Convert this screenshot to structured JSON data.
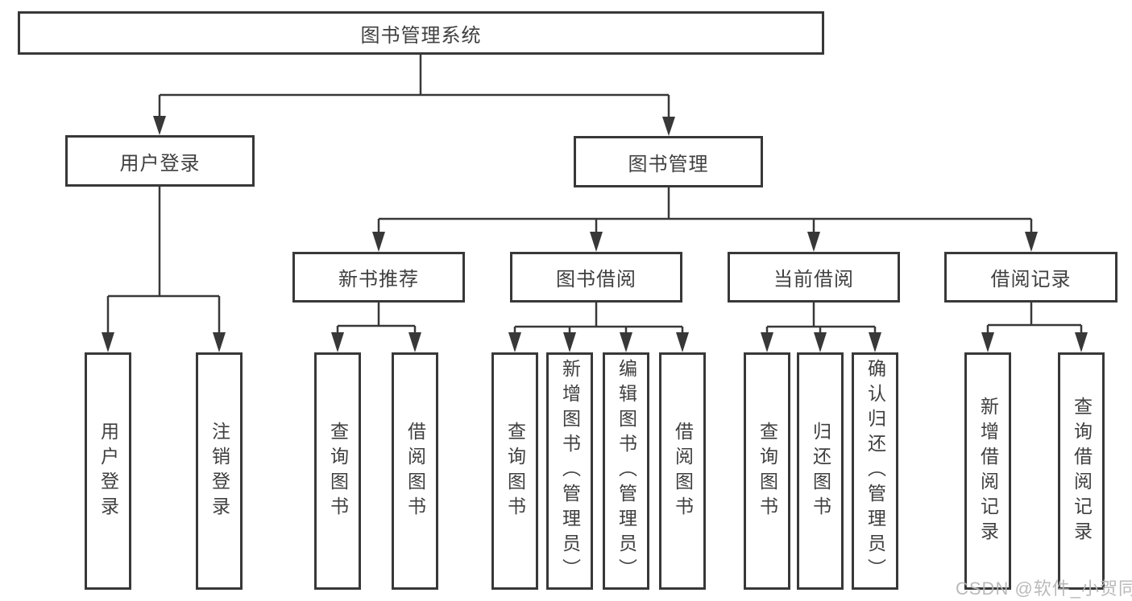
{
  "diagram": {
    "root": "图书管理系统",
    "level2": {
      "user_login": "用户登录",
      "book_mgmt": "图书管理"
    },
    "level3": {
      "new_books": "新书推荐",
      "book_borrow": "图书借阅",
      "current_borrow": "当前借阅",
      "borrow_records": "借阅记录"
    },
    "leaves": {
      "user_login": [
        "用户登录",
        "注销登录"
      ],
      "new_books": [
        "查询图书",
        "借阅图书"
      ],
      "book_borrow": [
        "查询图书",
        "新增图书（管理员）",
        "编辑图书（管理员）",
        "借阅图书"
      ],
      "current_borrow": [
        "查询图书",
        "归还图书",
        "确认归还（管理员）"
      ],
      "borrow_records": [
        "新增借阅记录",
        "查询借阅记录"
      ]
    },
    "colors": {
      "line": "#383838",
      "text": "#3f3f3f",
      "watermark": "#b5b5b5",
      "background": "#ffffff"
    }
  },
  "watermark": {
    "text": "CSDN @软件_小贺同学"
  }
}
